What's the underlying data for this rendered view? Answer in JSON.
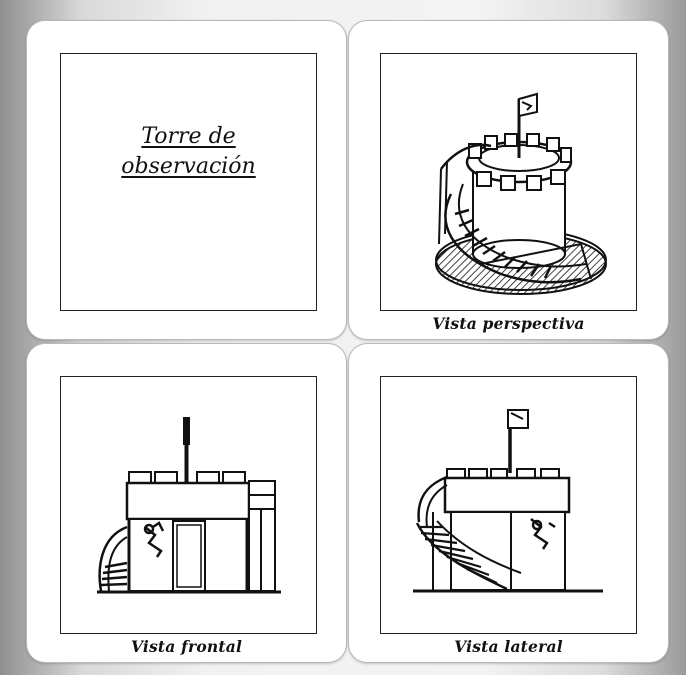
{
  "cards": [
    {
      "title_line1": "Torre de",
      "title_line2": "observación"
    },
    {
      "caption": "Vista perspectiva"
    },
    {
      "caption": "Vista frontal"
    },
    {
      "caption": "Vista lateral"
    }
  ]
}
